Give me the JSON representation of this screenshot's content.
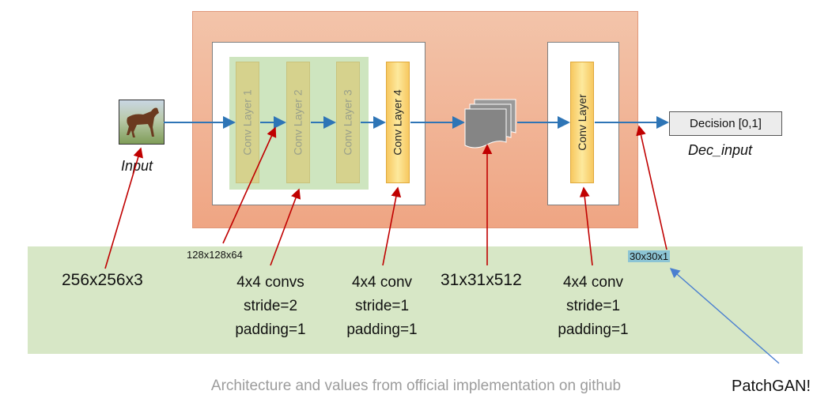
{
  "diagram": {
    "input_label": "Input",
    "dec_input_label": "Dec_input",
    "decision_label": "Decision [0,1]",
    "layers": [
      "Conv Layer 1",
      "Conv Layer 2",
      "Conv Layer 3",
      "Conv Layer 4"
    ],
    "discriminator_layer": "Conv Layer",
    "dims": {
      "input": "256x256x3",
      "conv1_out": "128x128x64",
      "feature_map": "31x31x512",
      "output": "30x30x1"
    },
    "conv_specs": {
      "convs_1_3": [
        "4x4 convs",
        "stride=2",
        "padding=1"
      ],
      "conv4": [
        "4x4 conv",
        "stride=1",
        "padding=1"
      ],
      "conv_final": [
        "4x4 conv",
        "stride=1",
        "padding=1"
      ]
    },
    "patchgan_label": "PatchGAN!",
    "caption": "Architecture and values from official implementation on github",
    "colors": {
      "orange_container": "#efa583",
      "green_band": "#d7e7c6",
      "layer_yellow": "#f7c860",
      "arrow_blue": "#2e75b6",
      "arrow_red": "#c00000"
    }
  }
}
